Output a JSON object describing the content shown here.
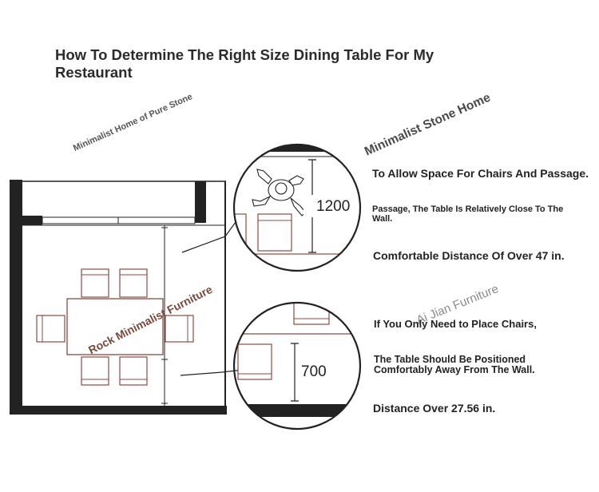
{
  "title": "How To Determine The Right Size Dining Table For My Restaurant",
  "watermarks": {
    "top_left": "Minimalist Home of Pure Stone",
    "top_right": "Minimalist Stone Home",
    "middle_left": "Rock Minimalist Furniture",
    "middle_right": "Ai Jian Furniture"
  },
  "dimensions": {
    "upper": "1200",
    "lower": "700"
  },
  "notes": {
    "upper_heading": "To Allow Space For Chairs And Passage.",
    "upper_detail": "Passage, The Table Is Relatively Close To The Wall.",
    "upper_distance": "Comfortable Distance Of Over 47 in.",
    "lower_heading": "If You Only Need to Place Chairs,",
    "lower_detail": "The Table Should Be Positioned Comfortably Away From The Wall.",
    "lower_distance": "Distance Over 27.56 in."
  },
  "colors": {
    "chair": "#8b4a44",
    "wall": "#222222"
  }
}
